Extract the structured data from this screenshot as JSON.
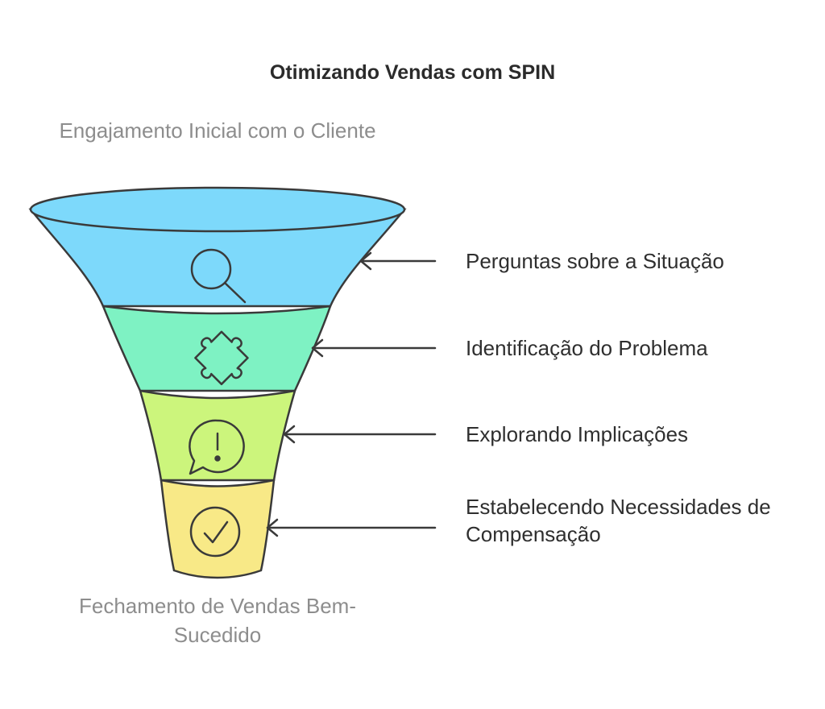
{
  "title": "Otimizando Vendas com SPIN",
  "top_caption": "Engajamento Inicial com o Cliente",
  "bottom_caption": "Fechamento de Vendas Bem-Sucedido",
  "stages": [
    {
      "label": "Perguntas sobre a Situação",
      "icon": "magnifying-glass-icon",
      "color": "#7dd9fb"
    },
    {
      "label": "Identificação do Problema",
      "icon": "puzzle-piece-icon",
      "color": "#7ef2c3"
    },
    {
      "label": "Explorando Implicações",
      "icon": "exclamation-speech-bubble-icon",
      "color": "#ccf57c"
    },
    {
      "label": "Estabelecendo Necessidades de Compensação",
      "icon": "check-circle-icon",
      "color": "#f8e987"
    }
  ],
  "colors": {
    "outline": "#3a3a3a",
    "arrow": "#3a3a3a",
    "caption": "#8d8d8d"
  }
}
